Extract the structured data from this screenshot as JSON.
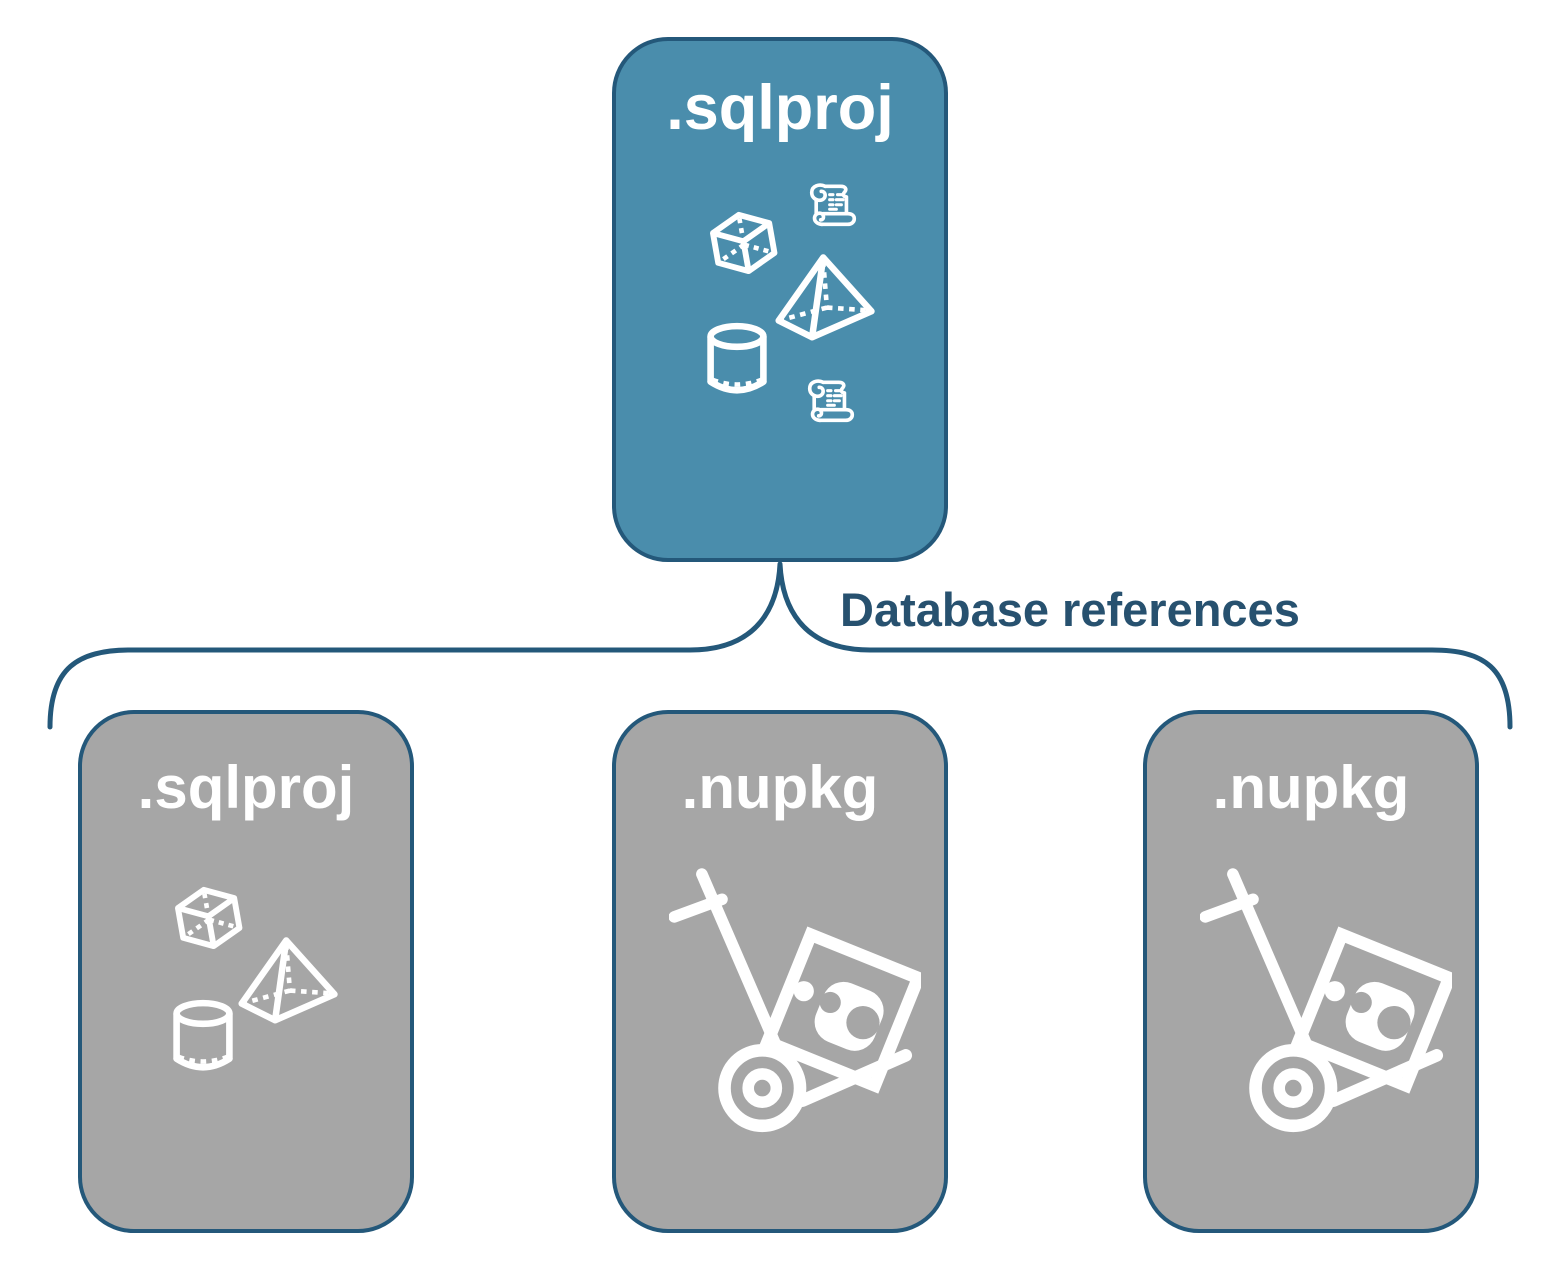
{
  "diagram": {
    "connector_label": "Database references",
    "root_card": {
      "title": ".sqlproj",
      "icons": [
        "cube-icon",
        "scroll-icon",
        "pyramid-icon",
        "database-cylinder-icon",
        "scroll-icon"
      ]
    },
    "child_cards": [
      {
        "title": ".sqlproj",
        "icons": [
          "cube-icon",
          "pyramid-icon",
          "database-cylinder-icon"
        ]
      },
      {
        "title": ".nupkg",
        "icons": [
          "package-handtruck-icon"
        ]
      },
      {
        "title": ".nupkg",
        "icons": [
          "package-handtruck-icon"
        ]
      }
    ],
    "colors": {
      "root_card_fill": "#4a8dac",
      "child_card_fill": "#a6a6a6",
      "outline_dark_blue": "#24587a",
      "connector_label_text": "#27516f",
      "icon_stroke": "#ffffff"
    }
  }
}
